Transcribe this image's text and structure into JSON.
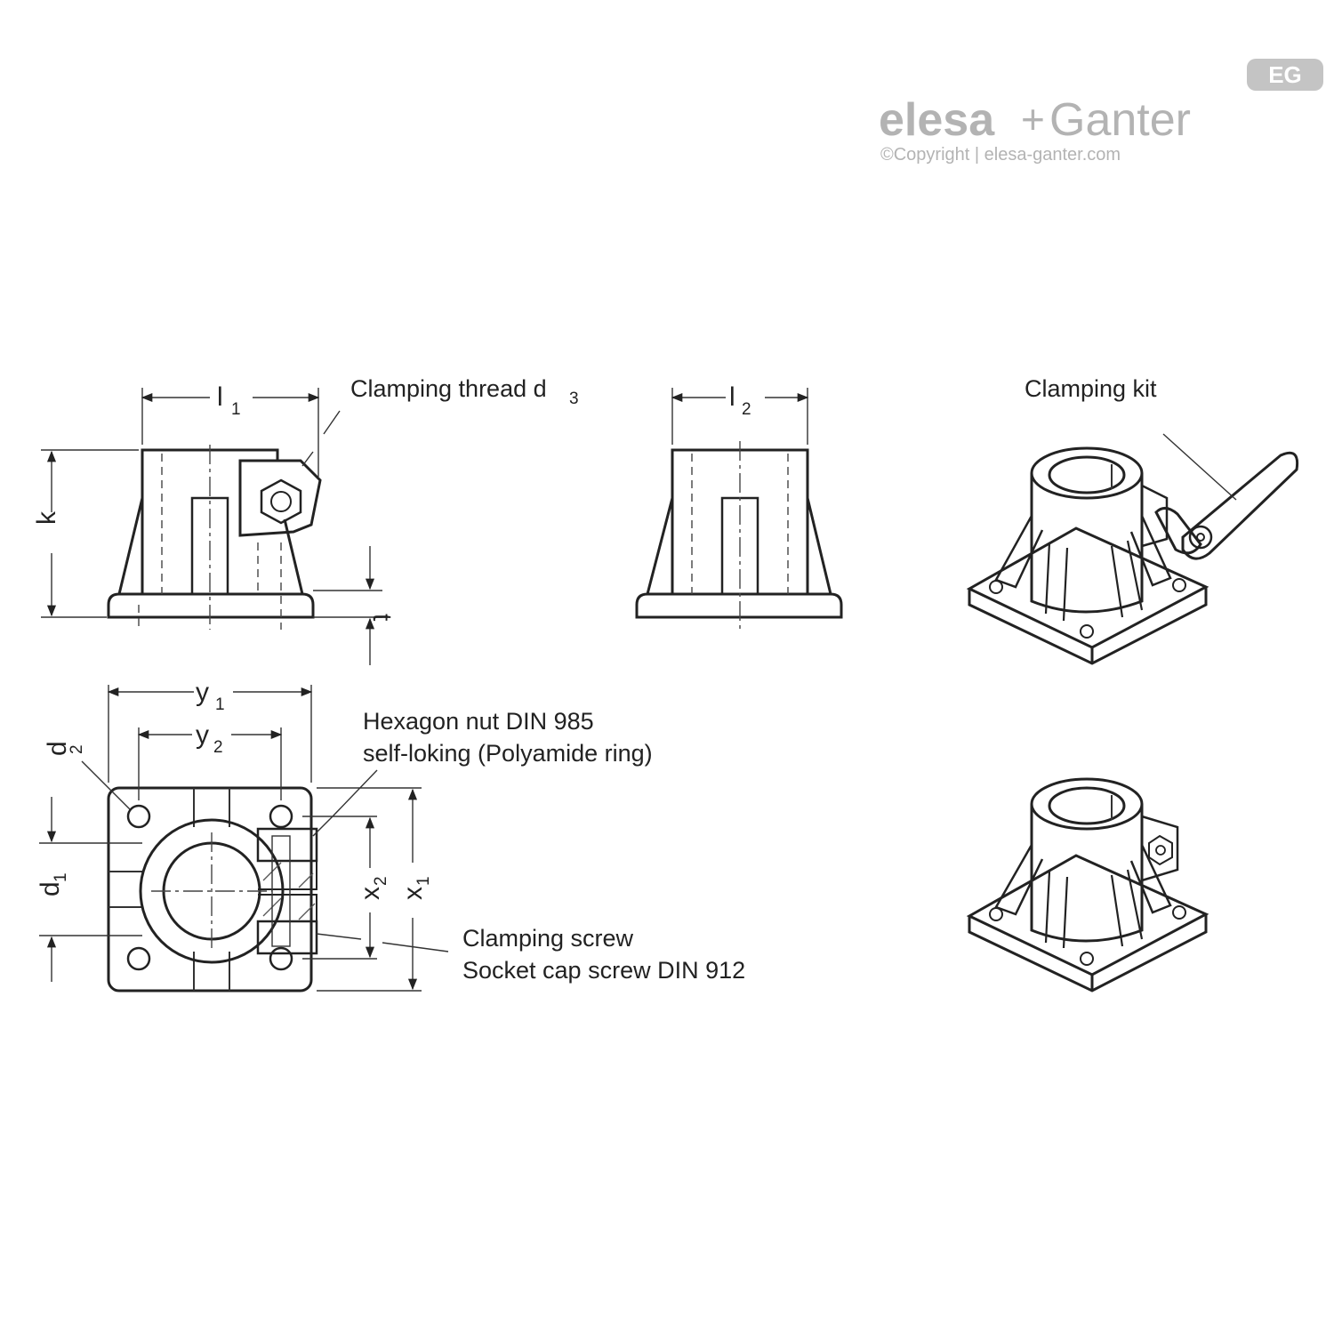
{
  "brand": {
    "logo_left": "elesa",
    "logo_plus": "+",
    "logo_right": "Ganter",
    "badge": "EG",
    "copyright": "©Copyright | elesa-ganter.com"
  },
  "labels": {
    "clamping_thread": "Clamping thread d",
    "clamping_thread_sub": "3",
    "clamping_kit": "Clamping kit",
    "hex_nut_line1": "Hexagon nut DIN 985",
    "hex_nut_line2": "self-loking (Polyamide ring)",
    "clamping_screw_line1": "Clamping screw",
    "clamping_screw_line2": "Socket cap screw DIN 912"
  },
  "dimensions": {
    "l1": "l",
    "l1_sub": "1",
    "l2": "l",
    "l2_sub": "2",
    "k": "k",
    "t": "t",
    "y1": "y",
    "y1_sub": "1",
    "y2": "y",
    "y2_sub": "2",
    "d1": "d",
    "d1_sub": "1",
    "d2": "d",
    "d2_sub": "2",
    "x1": "x",
    "x1_sub": "1",
    "x2": "x",
    "x2_sub": "2"
  }
}
